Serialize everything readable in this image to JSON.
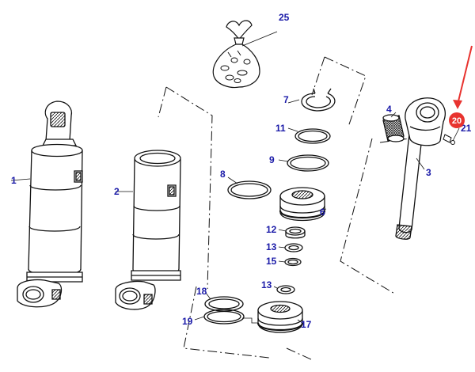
{
  "callouts": {
    "c1": "1",
    "c2": "2",
    "c3": "3",
    "c4": "4",
    "c6": "6",
    "c7": "7",
    "c8": "8",
    "c9": "9",
    "c11": "11",
    "c12": "12",
    "c13a": "13",
    "c13b": "13",
    "c15": "15",
    "c17": "17",
    "c18": "18",
    "c19": "19",
    "c21": "21",
    "c25": "25"
  },
  "highlight": {
    "label": "20",
    "badge_color": "#e8332f",
    "arrow_color": "#e8332f"
  },
  "colors": {
    "line": "#111111",
    "callout": "#1a1aa8",
    "shade": "#bdbdbd"
  }
}
